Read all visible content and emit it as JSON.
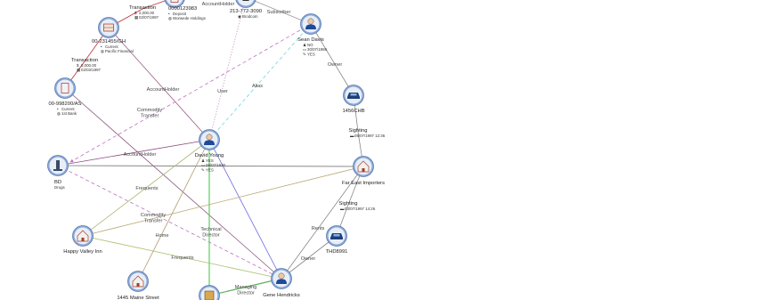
{
  "nodes": [
    {
      "id": "n_top",
      "kind": "document",
      "label": "0000123983",
      "details": [
        [
          "•",
          "Deposit"
        ],
        [
          "◍",
          "Worwede Holdings"
        ]
      ]
    },
    {
      "id": "n_phone",
      "kind": "phone",
      "label": "213-772-3090",
      "details": [
        [
          "◉",
          "Brodcom"
        ]
      ]
    },
    {
      "id": "n_account1",
      "kind": "bank",
      "label": "00-231455/GH",
      "details": [
        [
          "•",
          "Current"
        ],
        [
          "◍",
          "Pacific Financial"
        ]
      ]
    },
    {
      "id": "n_transaction2",
      "kind": "none",
      "label": "Transaction",
      "details": [
        [
          "$",
          "8,000.00"
        ],
        [
          "▦",
          "02/03/1997"
        ]
      ]
    },
    {
      "id": "n_transaction1",
      "kind": "none",
      "label": "Transaction",
      "details": [
        [
          "$",
          "2,000.00"
        ],
        [
          "▦",
          "02/07/1997"
        ]
      ]
    },
    {
      "id": "n_account2",
      "kind": "document",
      "label": "00-998200/AS",
      "details": [
        [
          "•",
          "Current"
        ],
        [
          "◍",
          "1st Bank"
        ]
      ]
    },
    {
      "id": "n_sean",
      "kind": "person",
      "label": "Sean Davis",
      "details": [
        [
          "♟",
          "NO"
        ],
        [
          "▭",
          "30/07/1959"
        ],
        [
          "✎",
          "YES"
        ]
      ]
    },
    {
      "id": "n_car1",
      "kind": "car",
      "label": "1456CHB",
      "details": []
    },
    {
      "id": "n_sighting1",
      "kind": "none",
      "label": "Sighting",
      "details": [
        [
          "▬",
          "05/07/1997 12:36"
        ]
      ]
    },
    {
      "id": "n_david",
      "kind": "person",
      "label": "David Young",
      "details": [
        [
          "♟",
          "YES"
        ],
        [
          "▭",
          "08/07/1930"
        ],
        [
          "✎",
          "YES"
        ]
      ]
    },
    {
      "id": "n_bd",
      "kind": "org",
      "label": "BD",
      "details": [
        [
          "",
          "Drugs"
        ]
      ]
    },
    {
      "id": "n_fareast",
      "kind": "building",
      "label": "Far East Importers",
      "details": []
    },
    {
      "id": "n_sighting2",
      "kind": "none",
      "label": "Sighting",
      "details": [
        [
          "▬",
          "03/07/1997 14:26"
        ]
      ]
    },
    {
      "id": "n_car2",
      "kind": "car",
      "label": "THD8991",
      "details": []
    },
    {
      "id": "n_happy",
      "kind": "building",
      "label": "Happy Valley Inn",
      "details": []
    },
    {
      "id": "n_gene",
      "kind": "person",
      "label": "Gene Hendricks",
      "details": []
    },
    {
      "id": "n_maine",
      "kind": "house",
      "label": "1445 Maine Street",
      "details": []
    },
    {
      "id": "n_company",
      "kind": "company",
      "label": "",
      "details": []
    }
  ],
  "edges": [
    {
      "from": "n_transaction1",
      "to": "n_top",
      "label": "",
      "color": "#c0303a",
      "style": "solid"
    },
    {
      "from": "n_top",
      "to": "n_phone",
      "label": "AccountHolder",
      "color": "#999999",
      "style": "solid"
    },
    {
      "from": "n_phone",
      "to": "n_sean",
      "label": "Subscriber",
      "color": "#999999",
      "style": "solid"
    },
    {
      "from": "n_transaction1",
      "to": "n_account1",
      "label": "",
      "color": "#c0303a",
      "style": "solid"
    },
    {
      "from": "n_transaction2",
      "to": "n_account1",
      "label": "",
      "color": "#c0303a",
      "style": "solid"
    },
    {
      "from": "n_transaction2",
      "to": "n_account2",
      "label": "",
      "color": "#c0303a",
      "style": "solid"
    },
    {
      "from": "n_account1",
      "to": "n_david",
      "label": "AccountHolder",
      "color": "#9a5a88",
      "style": "solid"
    },
    {
      "from": "n_phone",
      "to": "n_david",
      "label": "User",
      "color": "#c48ac0",
      "style": "dotted"
    },
    {
      "from": "n_sean",
      "to": "n_david",
      "label": "Alias",
      "color": "#6ad6e6",
      "style": "dashed"
    },
    {
      "from": "n_sean",
      "to": "n_bd",
      "label": "",
      "color": "#c070c0",
      "style": "dashed"
    },
    {
      "from": "n_sean",
      "to": "n_car1",
      "label": "Owner",
      "color": "#888888",
      "style": "solid"
    },
    {
      "from": "n_car1",
      "to": "n_sighting1",
      "label": "",
      "color": "#888888",
      "style": "solid"
    },
    {
      "from": "n_sighting1",
      "to": "n_fareast",
      "label": "",
      "color": "#888888",
      "style": "solid"
    },
    {
      "from": "n_account2",
      "to": "n_gene",
      "label": "Commodity Transfer",
      "color": "#8a5a80",
      "style": "solid"
    },
    {
      "from": "n_david",
      "to": "n_bd",
      "label": "AccountHolder",
      "color": "#8a4a80",
      "style": "solid"
    },
    {
      "from": "n_bd",
      "to": "n_fareast",
      "label": "",
      "color": "#777777",
      "style": "solid"
    },
    {
      "from": "n_bd",
      "to": "n_gene",
      "label": "",
      "color": "#c070c0",
      "style": "dashed"
    },
    {
      "from": "n_david",
      "to": "n_happy",
      "label": "Frequents",
      "color": "#a8b870",
      "style": "solid"
    },
    {
      "from": "n_david",
      "to": "n_maine",
      "label": "Home",
      "color": "#b09a6a",
      "style": "solid"
    },
    {
      "from": "n_david",
      "to": "n_gene",
      "label": "",
      "color": "#6a6ae0",
      "style": "solid"
    },
    {
      "from": "n_david",
      "to": "n_company",
      "label": "Technical Director",
      "color": "#5ad05a",
      "style": "solid"
    },
    {
      "from": "n_fareast",
      "to": "n_sighting2",
      "label": "",
      "color": "#888888",
      "style": "solid"
    },
    {
      "from": "n_sighting2",
      "to": "n_car2",
      "label": "",
      "color": "#888888",
      "style": "solid"
    },
    {
      "from": "n_fareast",
      "to": "n_happy",
      "label": "Commodity Transfer",
      "color": "#b8a870",
      "style": "solid"
    },
    {
      "from": "n_car2",
      "to": "n_gene",
      "label": "Owner",
      "color": "#888888",
      "style": "solid"
    },
    {
      "from": "n_gene",
      "to": "n_fareast",
      "label": "Rents",
      "color": "#888888",
      "style": "solid"
    },
    {
      "from": "n_happy",
      "to": "n_gene",
      "label": "Frequents",
      "color": "#a8c070",
      "style": "solid"
    },
    {
      "from": "n_gene",
      "to": "n_company",
      "label": "Managing Director",
      "color": "#5ab05a",
      "style": "solid"
    }
  ],
  "colors": {
    "node_ring": "#8aa8d8",
    "node_fill": "#6f93cc",
    "node_inner": "#e8eef8"
  }
}
